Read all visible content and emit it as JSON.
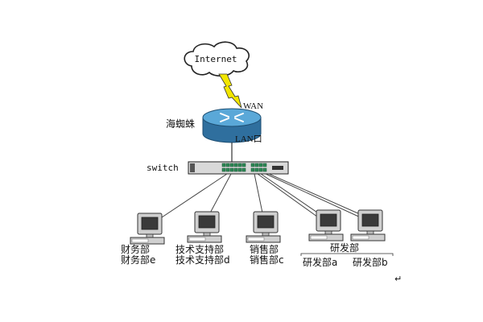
{
  "cloud": {
    "label": "Internet"
  },
  "router": {
    "name": "海蜘蛛",
    "wan_label": "WAN",
    "lan_label": "LAN口"
  },
  "switch": {
    "label": "switch"
  },
  "computers": [
    {
      "id": "finance",
      "labels": [
        "财务部",
        "财务部e"
      ]
    },
    {
      "id": "support",
      "labels": [
        "技术支持部",
        "技术支持部d"
      ]
    },
    {
      "id": "sales",
      "labels": [
        "销售部",
        "销售部c"
      ]
    },
    {
      "id": "rd",
      "group_label": "研发部",
      "labels": [
        "研发部a",
        "研发部b"
      ]
    }
  ],
  "return_mark": "↵",
  "colors": {
    "router_top": "#5aa8d8",
    "router_side": "#2f6f9e",
    "lightning": "#f2e600",
    "switch_body": "#d9d9d9",
    "port": "#2e8b57",
    "monitor": "#c8c8c8",
    "line": "#444444"
  }
}
